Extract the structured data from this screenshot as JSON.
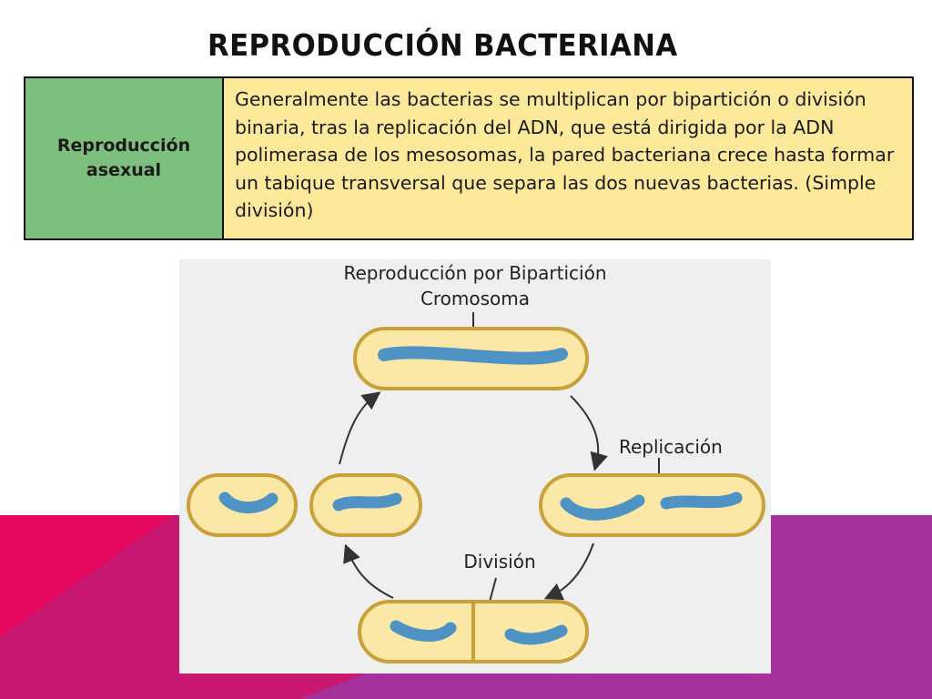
{
  "slide": {
    "title": "REPRODUCCIÓN BACTERIANA"
  },
  "table": {
    "label": "Reproducción asexual",
    "text": "Generalmente las bacterias se multiplican por bipartición o división binaria, tras la replicación del ADN, que está dirigida por la ADN polimerasa de los mesosomas, la pared bacteriana crece hasta formar un tabique transversal que separa las dos nuevas bacterias. (Simple división)"
  },
  "figure": {
    "title": "Reproducción por Bipartición",
    "labels": {
      "cromosoma": "Cromosoma",
      "replicacion": "Replicación",
      "division": "División"
    }
  },
  "colors": {
    "table_label_bg": "#7dbf7d",
    "table_text_bg": "#fde99a",
    "cell_fill": "#fbe7a6",
    "cell_border": "#c9a13a",
    "chromosome": "#4f93c4",
    "background_pink": "#e5005f",
    "background_purple": "#a12f96"
  }
}
